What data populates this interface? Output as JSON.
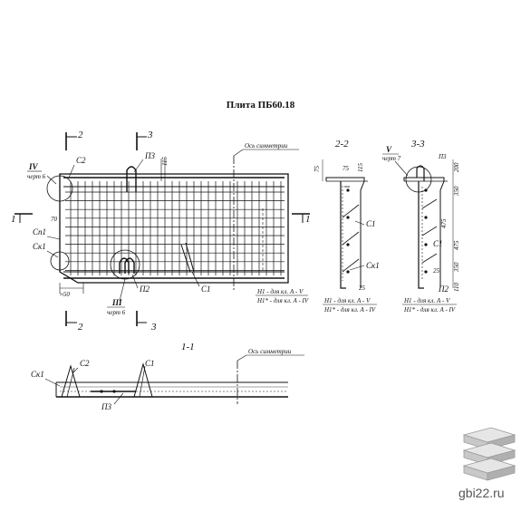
{
  "title": "Плита ПБ60.18",
  "sections": {
    "s1": "1",
    "s2": "2",
    "s3": "3",
    "s22": "2-2",
    "s33": "3-3",
    "s11": "1-1"
  },
  "axis_label": "Ось симметрии",
  "parts": {
    "c1": "С1",
    "c2": "С2",
    "p2": "П2",
    "p3": "П3",
    "cp1": "Сп1",
    "ck1": "Ск1",
    "h1": "Н1"
  },
  "details": {
    "IV": "IV",
    "III": "III",
    "V": "V",
    "sheet6": "черт 6",
    "sheet7": "черт 7"
  },
  "notes": {
    "n1": "Н1 - для кл. А - V",
    "n2": "Н1* - для кл. А - IV"
  },
  "dims": {
    "d115": "115",
    "d70": "70",
    "d50": "≈50",
    "d75": "75",
    "d115b": "115",
    "d25": "25",
    "d200": "200",
    "d350": "350",
    "d475": "475",
    "d350b": "350",
    "d110": "110",
    "d25b": "25"
  },
  "site": "gbi22.ru"
}
